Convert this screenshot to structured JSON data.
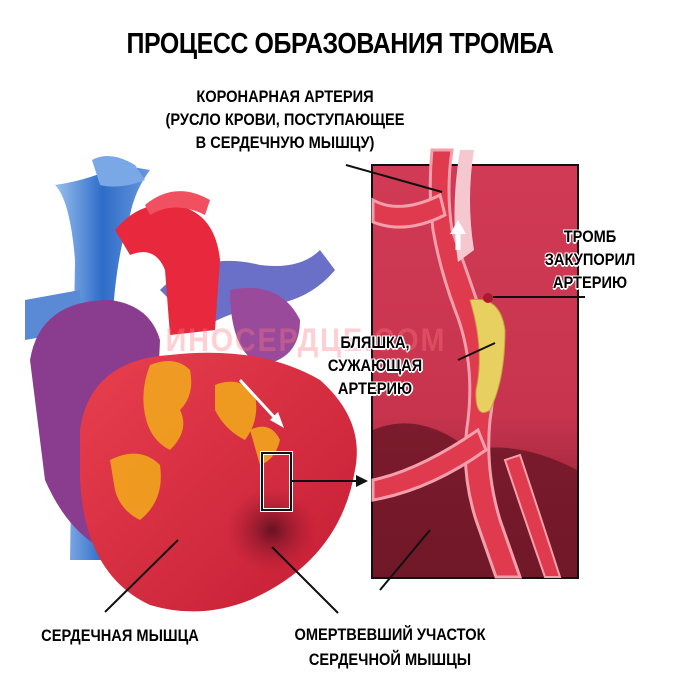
{
  "title": "ПРОЦЕСС ОБРАЗОВАНИЯ ТРОМБА",
  "labels": {
    "coronary_artery": [
      "КОРОНАРНАЯ АРТЕРИЯ",
      "(РУСЛО КРОВИ, ПОСТУПАЮЩЕЕ",
      "В СЕРДЕЧНУЮ МЫШЦУ)"
    ],
    "thrombus": [
      "ТРОМБ",
      "ЗАКУПОРИЛ",
      "АРТЕРИЮ"
    ],
    "plaque": [
      "БЛЯШКА,",
      "СУЖАЮЩАЯ",
      "АРТЕРИЮ"
    ],
    "heart_muscle": [
      "СЕРДЕЧНАЯ МЫШЦА"
    ],
    "dead_area": [
      "ОМЕРТВЕВШИЙ УЧАСТОК",
      "СЕРДЕЧНОЙ МЫШЦЫ"
    ]
  },
  "watermark": "ИНОСЕРДЦЕ.COM",
  "colors": {
    "heart_red": "#d8243c",
    "artery_red": "#e0344a",
    "inset_bg": "#c8344e",
    "vein_blue": "#3a78c8",
    "purple": "#8a3c8e",
    "fat_yellow": "#f0a020",
    "plaque_yellow": "#e8d060",
    "necrosis": "#6a1a28"
  }
}
